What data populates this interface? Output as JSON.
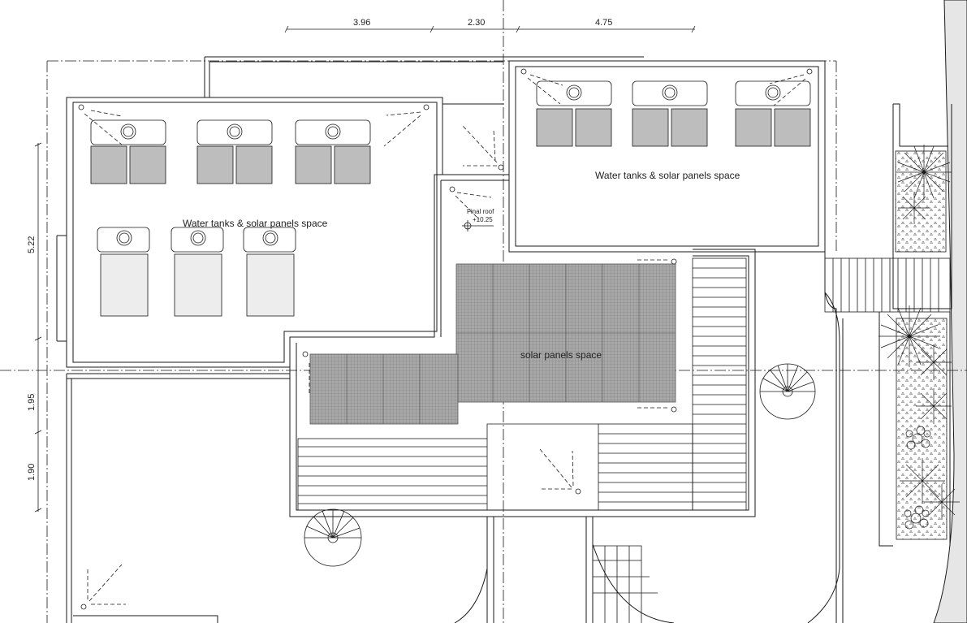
{
  "dimensions": {
    "top": [
      "3.96",
      "2.30",
      "4.75"
    ],
    "left": [
      "5.22",
      "1.95",
      "1.90"
    ]
  },
  "labels": {
    "water_tanks_left": "Water tanks & solar panels  space",
    "water_tanks_right": "Water tanks & solar panels  space",
    "solar_center": "solar panels  space",
    "final_roof_title": "Final roof",
    "final_roof_level": "+10.25"
  },
  "colors": {
    "line": "#1a1a1a",
    "solar_fill": "#9a9a9a",
    "tank_fill": "#bdbdbd",
    "neighbor_strip": "#e6e6e6"
  }
}
